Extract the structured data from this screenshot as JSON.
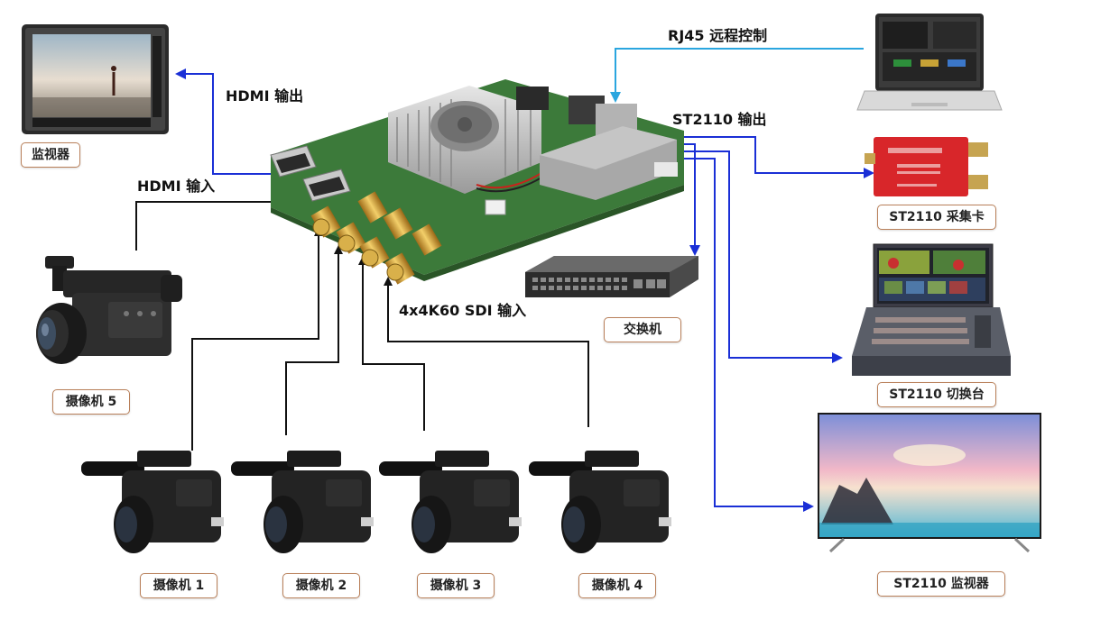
{
  "labels": {
    "hdmi_out": "HDMI 输出",
    "hdmi_in": "HDMI 输入",
    "rj45": "RJ45 远程控制",
    "st2110_out": "ST2110 输出",
    "sdi_in": "4x4K60 SDI 输入"
  },
  "devices": {
    "monitor": "监视器",
    "camera5": "摄像机 5",
    "camera1": "摄像机 1",
    "camera2": "摄像机 2",
    "camera3": "摄像机 3",
    "camera4": "摄像机 4",
    "switch": "交换机",
    "capture_card": "ST2110 采集卡",
    "switcher": "ST2110 切换台",
    "st2110_monitor": "ST2110 监视器"
  },
  "colors": {
    "arrow_black": "#111111",
    "arrow_blue": "#1a2fd6",
    "arrow_cyan": "#2aa6df",
    "badge_border": "#b9805a",
    "pcb_green": "#3c7a3a",
    "capture_red": "#d8262a"
  }
}
